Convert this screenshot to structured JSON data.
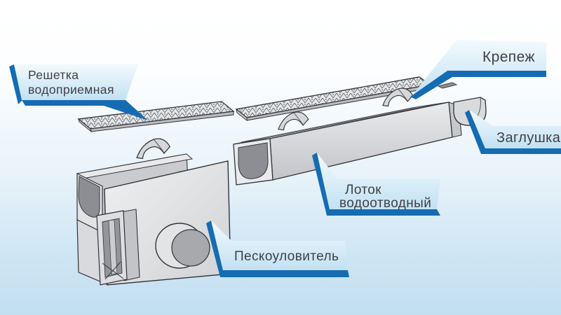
{
  "callouts": {
    "intake_grate": {
      "lines": [
        "Решетка",
        "водоприемная"
      ]
    },
    "fastener": {
      "lines": [
        "Крепеж"
      ]
    },
    "end_cap": {
      "lines": [
        "Заглушка"
      ]
    },
    "drainage_channel": {
      "lines": [
        "Лоток",
        "водоотводный"
      ]
    },
    "sand_trap": {
      "lines": [
        "Пескоуловитель"
      ]
    }
  },
  "colors": {
    "background_top": "#ffffff",
    "background_bottom": "#c2dff0",
    "callout_fill_light": "#eef8fe",
    "callout_fill_deep": "#c3e1f3",
    "callout_accent": "#156cb2",
    "label_text": "#3f3f42",
    "part_light": "#e9eaec",
    "part_mid": "#cfd1d4",
    "part_dark": "#8e9095",
    "outline": "#333338"
  }
}
